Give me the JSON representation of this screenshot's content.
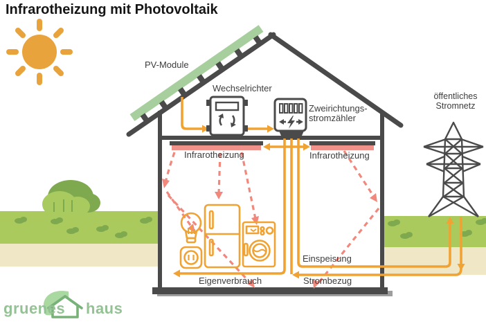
{
  "title": "Infrarotheizung mit Photovoltaik",
  "diagram": {
    "labels": {
      "pv_module": "PV-Module",
      "inverter": "Wechselrichter",
      "meter_line1": "Zweirichtungs-",
      "meter_line2": "stromzähler",
      "ir_left": "Infrarotheizung",
      "ir_right": "Infrarotheizung",
      "grid_line1": "öffentliches",
      "grid_line2": "Stromnetz",
      "feed_in": "Einspeisung",
      "purchase": "Strombezug",
      "self_consumption": "Eigenverbrauch"
    },
    "icons": [
      "sun-icon",
      "pv-module-strip",
      "inverter-device-icon",
      "bidirectional-meter-icon",
      "infrared-panel-icon",
      "light-bulb-icon",
      "power-outlet-icon",
      "fridge-icon",
      "washing-machine-icon",
      "transmission-tower-icon",
      "bush-icon",
      "logo-leaf-icon",
      "logo-house-icon"
    ],
    "colors": {
      "arrow_orange": "#F0A232",
      "sun_orange": "#E8A33C",
      "heat_ray_salmon": "#F2877C",
      "ir_panel_salmon": "#F0928A",
      "structure_dark_gray": "#4A4A4A",
      "pv_green": "#A7CE9D",
      "grass_green": "#ABCA5D",
      "grass_dark_green": "#7FA94E",
      "sand": "#F0E7C7",
      "logo_green": "#94C294",
      "leaf_green": "#A9D8A1"
    }
  },
  "logo": {
    "word1": "gruenes",
    "word2": "haus"
  }
}
